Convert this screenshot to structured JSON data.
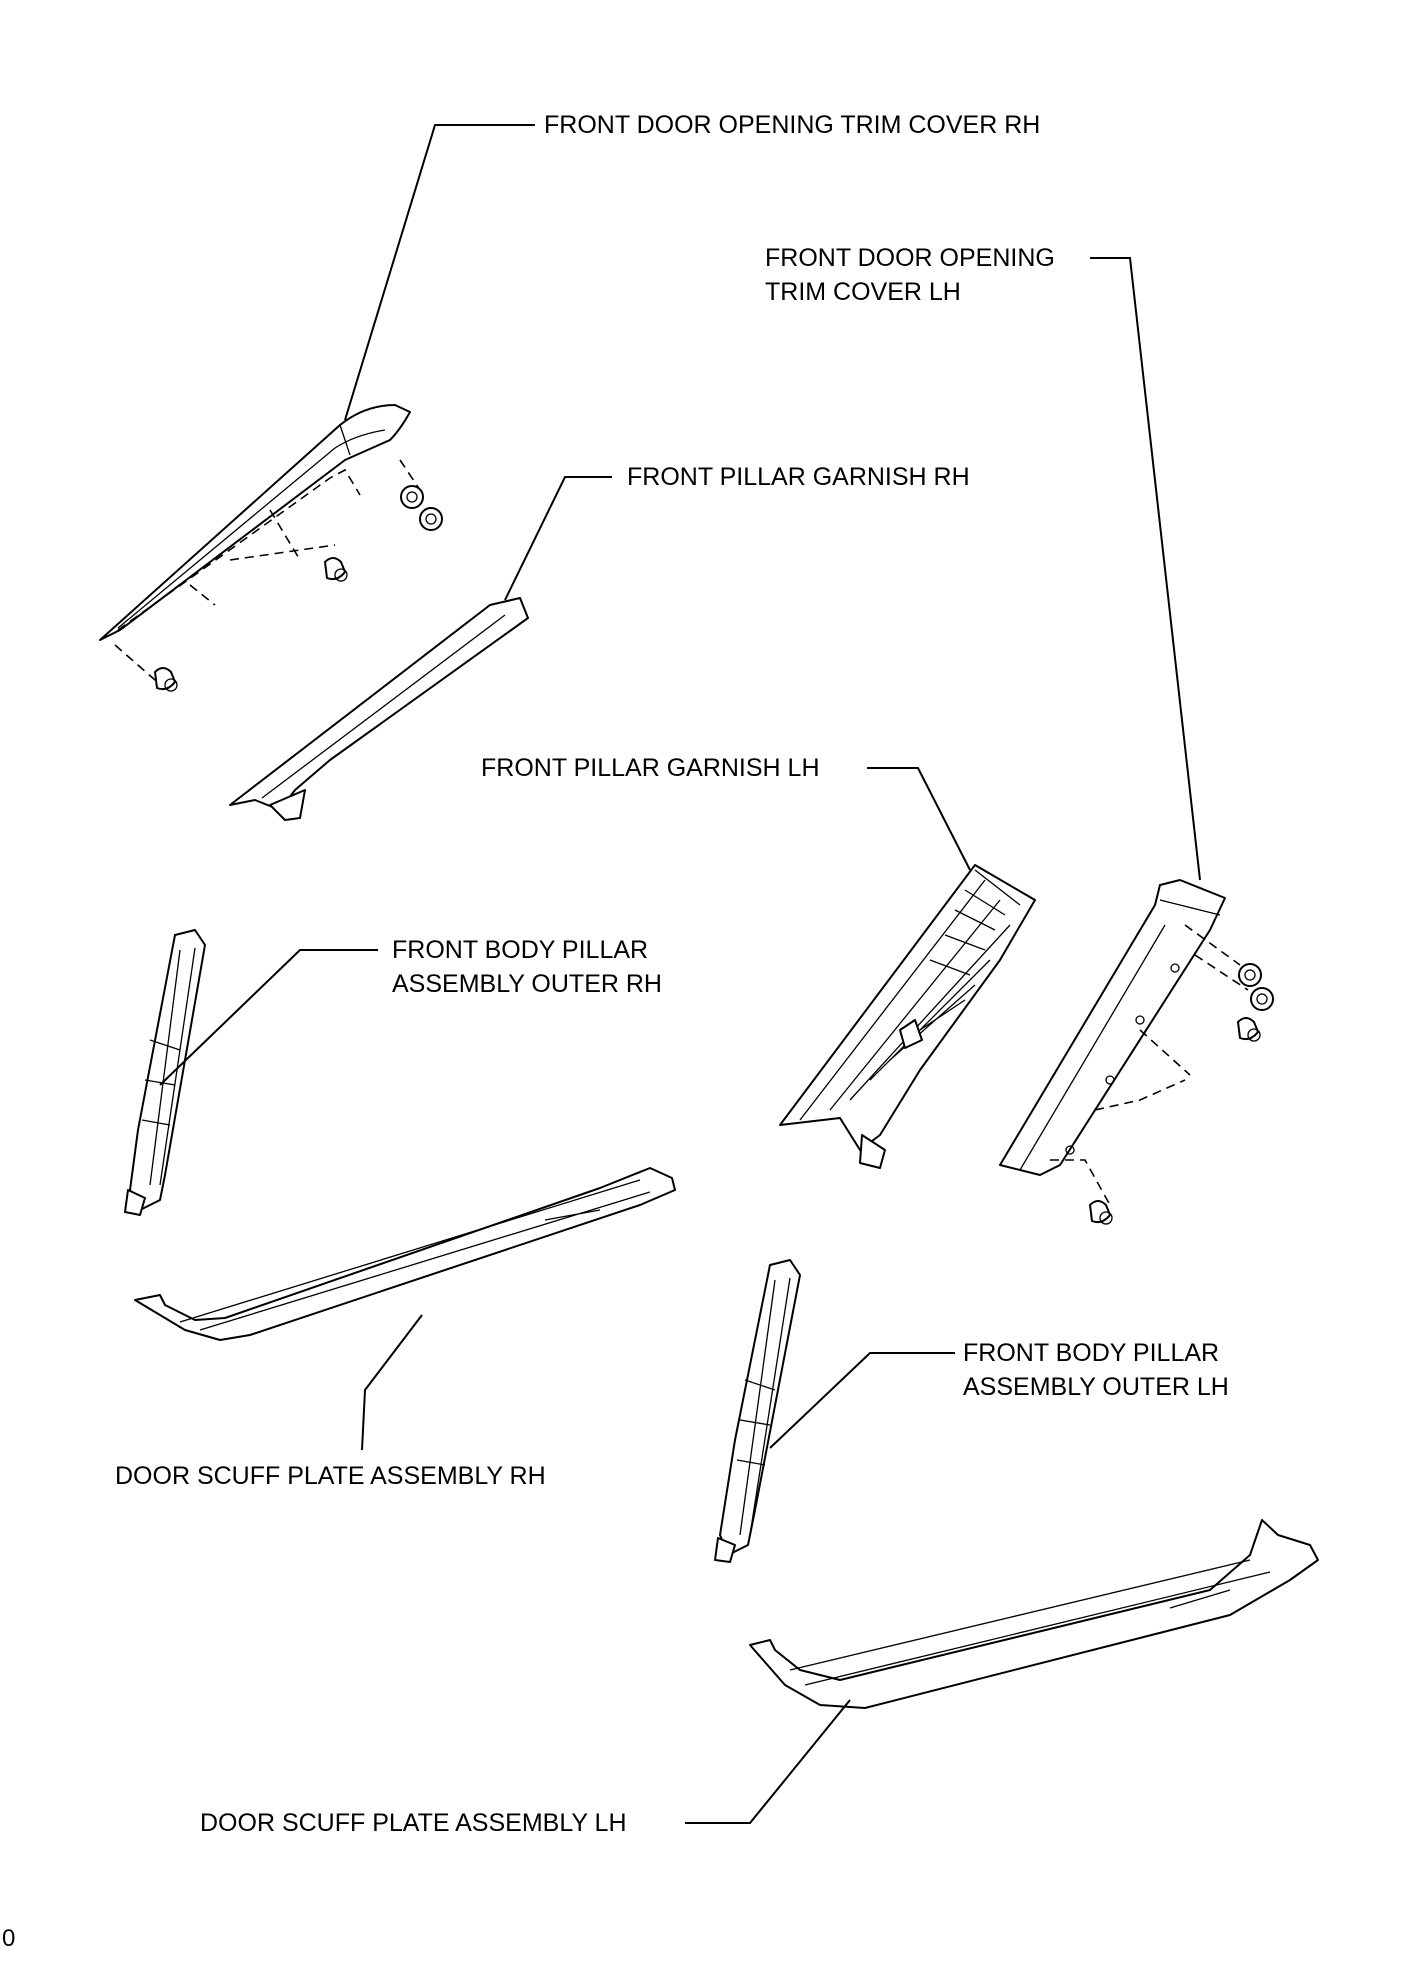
{
  "diagram": {
    "title": "",
    "labels": {
      "front_door_opening_trim_cover_rh": "FRONT DOOR OPENING TRIM COVER RH",
      "front_door_opening_trim_cover_lh": [
        "FRONT DOOR OPENING",
        "TRIM COVER LH"
      ],
      "front_pillar_garnish_rh": "FRONT PILLAR GARNISH RH",
      "front_pillar_garnish_lh": "FRONT PILLAR GARNISH LH",
      "front_body_pillar_assembly_outer_rh": [
        "FRONT BODY PILLAR",
        "ASSEMBLY OUTER RH"
      ],
      "front_body_pillar_assembly_outer_lh": [
        "FRONT BODY PILLAR",
        "ASSEMBLY OUTER LH"
      ],
      "door_scuff_plate_assembly_rh": "DOOR SCUFF PLATE ASSEMBLY RH",
      "door_scuff_plate_assembly_lh": "DOOR SCUFF PLATE ASSEMBLY LH"
    },
    "footer_mark": "0"
  }
}
